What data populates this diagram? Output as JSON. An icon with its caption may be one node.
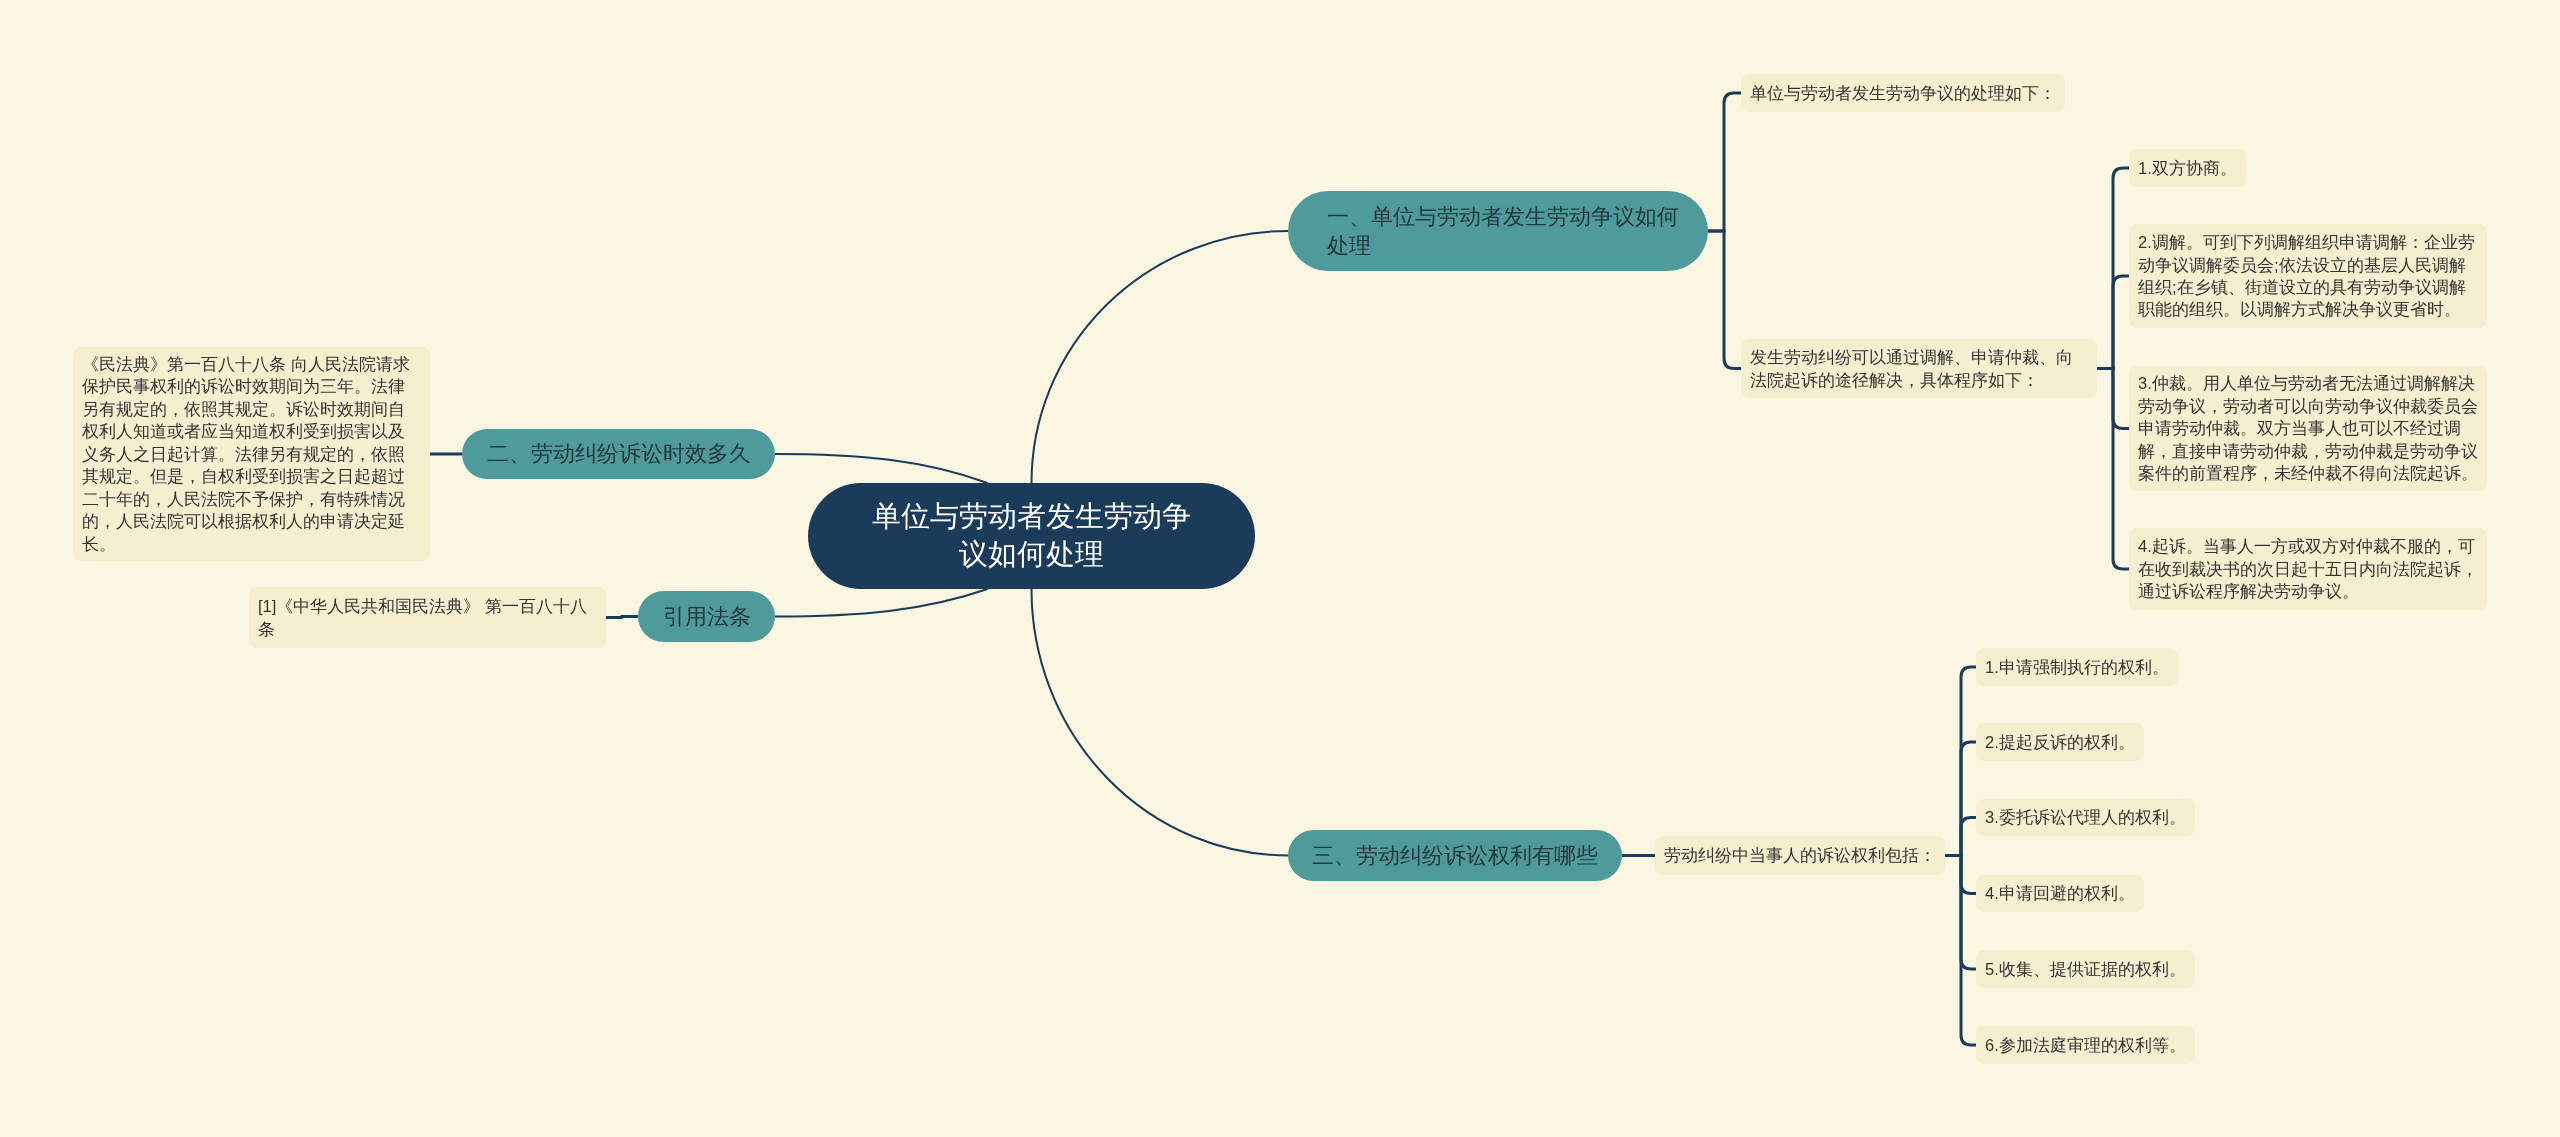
{
  "diagram": {
    "nodes": [
      {
        "text": [
          "单位与劳动者发生劳动争议如何处理"
        ]
      },
      {
        "text": [
          "一、单位与劳动者发生劳动争议如何处理"
        ]
      },
      {
        "text": [
          "单位与劳动者发生劳动争议的处理如下："
        ]
      },
      {
        "text": [
          "发生劳动纠纷可以通过调解、申请仲裁、向法院起诉的途径解决，具体程序如下："
        ]
      },
      {
        "text": [
          "1.双方协商。"
        ]
      },
      {
        "text": [
          "2.调解。可到下列调解组织申请调解：企业劳动争议调解委员会;依法设立的基层人民调解组织;在乡镇、街道设立的具有劳动争议调解职能的组织。以调解方式解决争议更省时。"
        ]
      },
      {
        "text": [
          "3.仲裁。用人单位与劳动者无法通过调解解决劳动争议，劳动者可以向劳动争议仲裁委员会申请劳动仲裁。双方当事人也可以不经过调解，直接申请劳动仲裁，劳动仲裁是劳动争议案件的前置程序，未经仲裁不得向法院起诉。"
        ]
      },
      {
        "text": [
          "4.起诉。当事人一方或双方对仲裁不服的，可在收到裁决书的次日起十五日内向法院起诉，通过诉讼程序解决劳动争议。"
        ]
      },
      {
        "text": [
          "二、劳动纠纷诉讼时效多久"
        ]
      },
      {
        "text": [
          "《民法典》第一百八十八条 向人民法院请求保护民事权利的诉讼时效期间为三年。法律另有规定的，依照其规定。诉讼时效期间自权利人知道或者应当知道权利受到损害以及义务人之日起计算。法律另有规定的，依照其规定。但是，自权利受到损害之日起超过二十年的，人民法院不予保护，有特殊情况的，人民法院可以根据权利人的申请决定延长。"
        ]
      },
      {
        "text": [
          "引用法条"
        ]
      },
      {
        "text": [
          "[1]《中华人民共和国民法典》 第一百八十八条"
        ]
      },
      {
        "text": [
          "三、劳动纠纷诉讼权利有哪些"
        ]
      },
      {
        "text": [
          "劳动纠纷中当事人的诉讼权利包括："
        ]
      },
      {
        "text": [
          "1.申请强制执行的权利。"
        ]
      },
      {
        "text": [
          "2.提起反诉的权利。"
        ]
      },
      {
        "text": [
          "3.委托诉讼代理人的权利。"
        ]
      },
      {
        "text": [
          "4.申请回避的权利。"
        ]
      },
      {
        "text": [
          "5.收集、提供证据的权利。"
        ]
      },
      {
        "text": [
          "6.参加法庭审理的权利等。"
        ]
      }
    ],
    "edges": [
      {
        "from": 0,
        "to": 1,
        "arrow": "none"
      },
      {
        "from": 1,
        "to": 2,
        "arrow": "none"
      },
      {
        "from": 1,
        "to": 3,
        "arrow": "none"
      },
      {
        "from": 3,
        "to": 4,
        "arrow": "none"
      },
      {
        "from": 3,
        "to": 5,
        "arrow": "none"
      },
      {
        "from": 3,
        "to": 6,
        "arrow": "none"
      },
      {
        "from": 3,
        "to": 7,
        "arrow": "none"
      },
      {
        "from": 0,
        "to": 8,
        "arrow": "none"
      },
      {
        "from": 8,
        "to": 9,
        "arrow": "none"
      },
      {
        "from": 0,
        "to": 10,
        "arrow": "none"
      },
      {
        "from": 10,
        "to": 11,
        "arrow": "none"
      },
      {
        "from": 0,
        "to": 12,
        "arrow": "none"
      },
      {
        "from": 12,
        "to": 13,
        "arrow": "none"
      },
      {
        "from": 13,
        "to": 14,
        "arrow": "none"
      },
      {
        "from": 13,
        "to": 15,
        "arrow": "none"
      },
      {
        "from": 13,
        "to": 16,
        "arrow": "none"
      },
      {
        "from": 13,
        "to": 17,
        "arrow": "none"
      },
      {
        "from": 13,
        "to": 18,
        "arrow": "none"
      },
      {
        "from": 13,
        "to": 19,
        "arrow": "none"
      }
    ]
  }
}
